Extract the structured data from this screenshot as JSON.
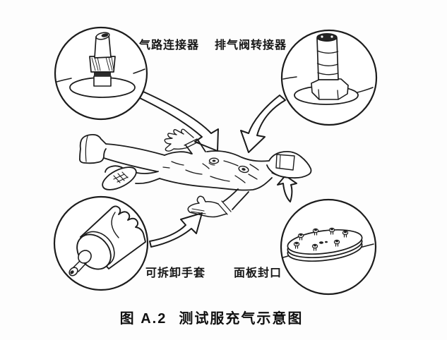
{
  "figure": {
    "caption": {
      "number": "图 A.2",
      "title": "测试服充气示意图"
    },
    "callouts": [
      {
        "id": "air-line-connector",
        "label": "气路连接器"
      },
      {
        "id": "exhaust-valve-adapter",
        "label": "排气阀转接器"
      },
      {
        "id": "detachable-glove",
        "label": "可拆卸手套"
      },
      {
        "id": "panel-seal",
        "label": "面板封口"
      }
    ],
    "colors": {
      "line": "#1c1c1c",
      "background": "#fdfdfd"
    }
  }
}
